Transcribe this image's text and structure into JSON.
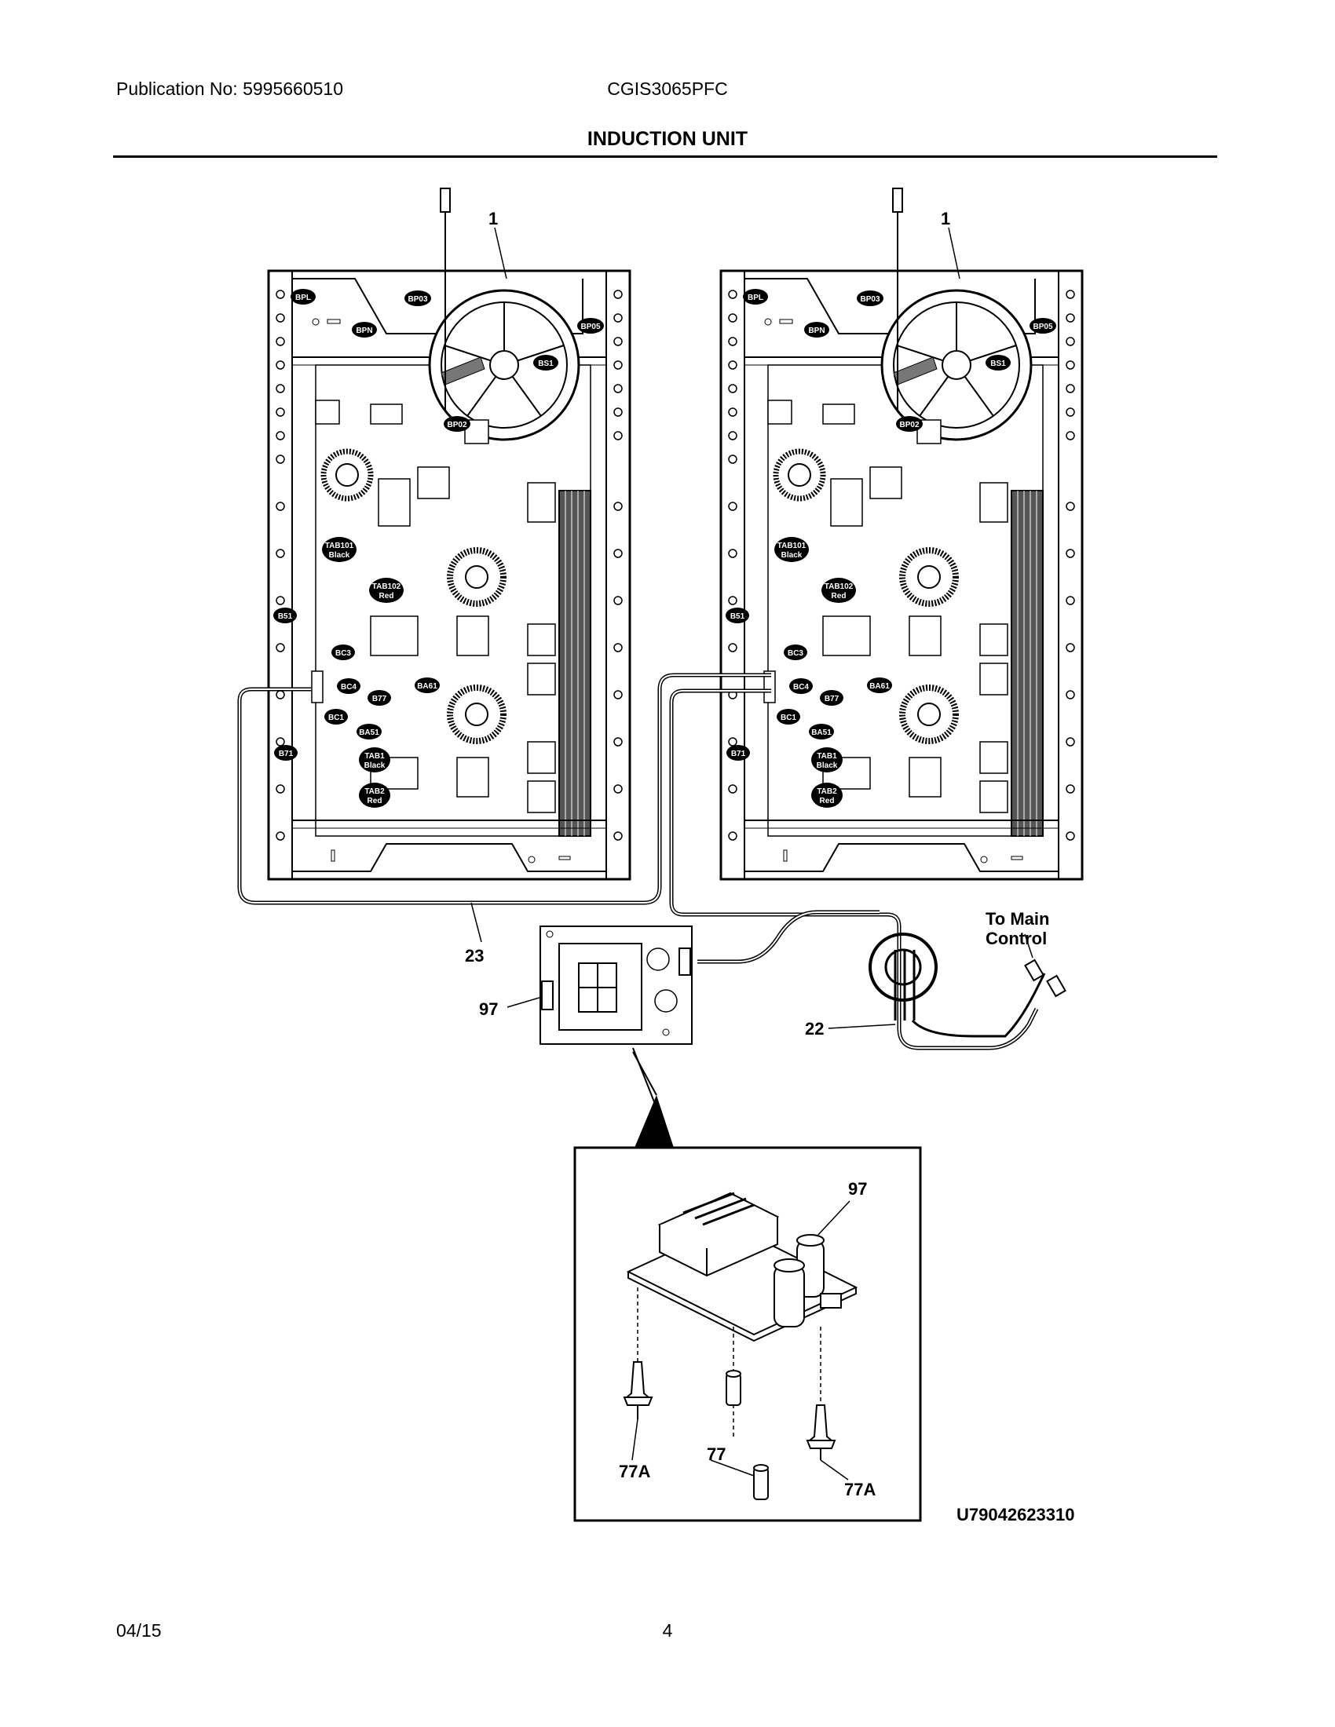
{
  "header": {
    "publication": "Publication No: 5995660510",
    "model": "CGIS3065PFC",
    "title": "INDUCTION UNIT"
  },
  "callouts": {
    "unit_left": "1",
    "unit_right": "1",
    "harness_23": "23",
    "board_97": "97",
    "harness_22": "22",
    "detail_97": "97",
    "standoff_77": "77",
    "support_77a_left": "77A",
    "support_77a_right": "77A"
  },
  "to_main_control": [
    "To Main",
    "Control"
  ],
  "figure_id": "U79042623310",
  "tags_left": {
    "bpl": "BPL",
    "bp03": "BP03",
    "bp05": "BP05",
    "bpn": "BPN",
    "bs1": "BS1",
    "bp02": "BP02",
    "tab101": [
      "TAB101",
      "Black"
    ],
    "tab102": [
      "TAB102",
      "Red"
    ],
    "b51": "B51",
    "bc3": "BC3",
    "bc4": "BC4",
    "b77": "B77",
    "ba61": "BA61",
    "bc1": "BC1",
    "ba51": "BA51",
    "b71": "B71",
    "tab1": [
      "TAB1",
      "Black"
    ],
    "tab2": [
      "TAB2",
      "Red"
    ]
  },
  "tags_right": {
    "bpl": "BPL",
    "bp03": "BP03",
    "bp05": "BP05",
    "bpn": "BPN",
    "bs1": "BS1",
    "bp02": "BP02",
    "tab101": [
      "TAB101",
      "Black"
    ],
    "tab102": [
      "TAB102",
      "Red"
    ],
    "b51": "B51",
    "bc3": "BC3",
    "bc4": "BC4",
    "b77": "B77",
    "ba61": "BA61",
    "bc1": "BC1",
    "ba51": "BA51",
    "b71": "B71",
    "tab1": [
      "TAB1",
      "Black"
    ],
    "tab2": [
      "TAB2",
      "Red"
    ]
  },
  "footer": {
    "date": "04/15",
    "page": "4"
  }
}
